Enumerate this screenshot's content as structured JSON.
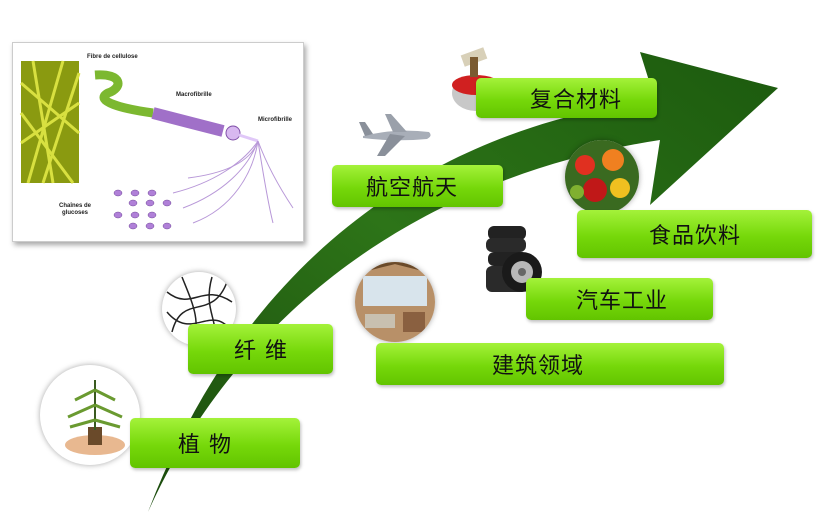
{
  "diagram": {
    "stages": [
      {
        "label": "植 物",
        "icon": "plant-in-hand-icon"
      },
      {
        "label": "纤 维",
        "icon": "fiber-network-icon"
      },
      {
        "label": "航空航天",
        "icon": "airplane-icon"
      },
      {
        "label": "复合材料",
        "icon": "paint-can-icon"
      },
      {
        "label": "食品饮料",
        "icon": "vegetables-icon"
      },
      {
        "label": "汽车工业",
        "icon": "tires-icon"
      },
      {
        "label": "建筑领域",
        "icon": "house-interior-icon"
      }
    ],
    "cellulose_figure": {
      "fibre": "Fibre de cellulose",
      "macro": "Macrofibrille",
      "micro": "Microfibrille",
      "chains_line1": "Chaînes de",
      "chains_line2": "glucoses"
    },
    "colors": {
      "arrow": "#1f5a10",
      "label": "#7ada10"
    }
  }
}
